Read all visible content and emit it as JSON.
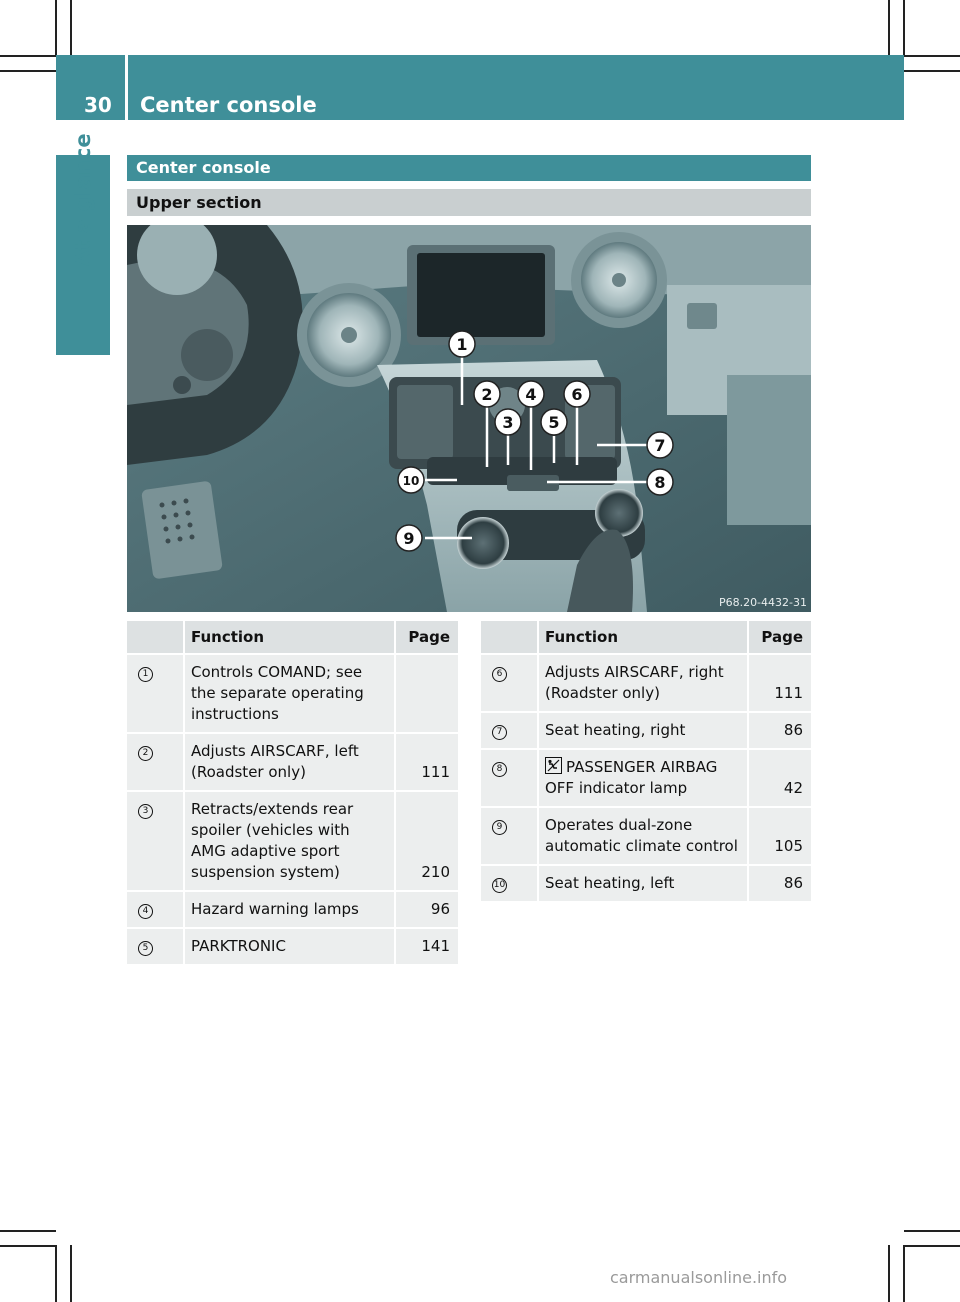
{
  "header": {
    "page_number": "30",
    "title": "Center console"
  },
  "sidebar": {
    "label": "At a glance"
  },
  "section": {
    "title": "Center console",
    "subtitle": "Upper section"
  },
  "photo": {
    "ref": "P68.20-4432-31",
    "callouts": [
      "1",
      "2",
      "3",
      "4",
      "5",
      "6",
      "7",
      "8",
      "9",
      "10"
    ]
  },
  "left_table": {
    "headers": {
      "function": "Function",
      "page": "Page"
    },
    "rows": [
      {
        "num": "1",
        "function": "Controls COMAND; see the separate operating instructions",
        "page": ""
      },
      {
        "num": "2",
        "function": "Adjusts AIRSCARF, left (Roadster only)",
        "page": "111"
      },
      {
        "num": "3",
        "function": "Retracts/extends rear spoiler (vehicles with AMG adaptive sport suspension system)",
        "page": "210"
      },
      {
        "num": "4",
        "function": "Hazard warning lamps",
        "page": "96"
      },
      {
        "num": "5",
        "function": "PARKTRONIC",
        "page": "141"
      }
    ]
  },
  "right_table": {
    "headers": {
      "function": "Function",
      "page": "Page"
    },
    "rows": [
      {
        "num": "6",
        "function": "Adjusts AIRSCARF, right (Roadster only)",
        "page": "111"
      },
      {
        "num": "7",
        "function": "Seat heating, right",
        "page": "86"
      },
      {
        "num": "8",
        "function": "PASSENGER AIRBAG OFF indicator lamp",
        "page": "42",
        "icon": "airbag-off-icon"
      },
      {
        "num": "9",
        "function": "Operates dual-zone automatic climate control",
        "page": "105"
      },
      {
        "num": "10",
        "function": "Seat heating, left",
        "page": "86"
      }
    ]
  },
  "footer": {
    "url": "carmanualsonline.info"
  },
  "colors": {
    "accent": "#3f8f99",
    "subbar": "#c9cfd0",
    "cell": "#eceeee",
    "header_cell": "#dde1e2"
  }
}
